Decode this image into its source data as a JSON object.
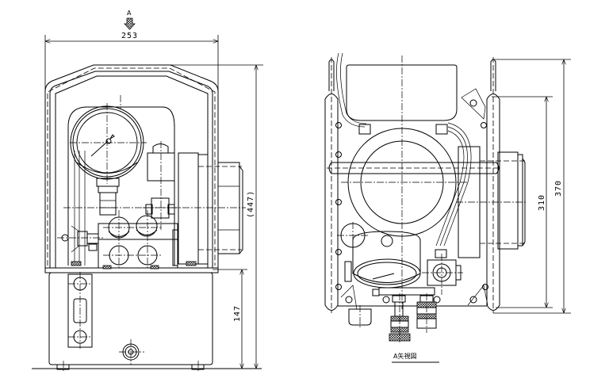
{
  "drawing": {
    "type": "engineering drawing",
    "subject": "hydraulic pump unit",
    "views": [
      {
        "id": "front",
        "description": "front view with carry frame, pressure gauge, valves and oil tank"
      },
      {
        "id": "view-a",
        "description": "view from arrow A",
        "caption": "A矢視図"
      }
    ]
  },
  "view_arrow": {
    "label": "A"
  },
  "dimensions": {
    "width": "253",
    "total_height": "(447)",
    "tank_height": "147",
    "frame_height": "370",
    "inner_height": "310"
  },
  "captions": {
    "view_a": "A矢視図"
  }
}
